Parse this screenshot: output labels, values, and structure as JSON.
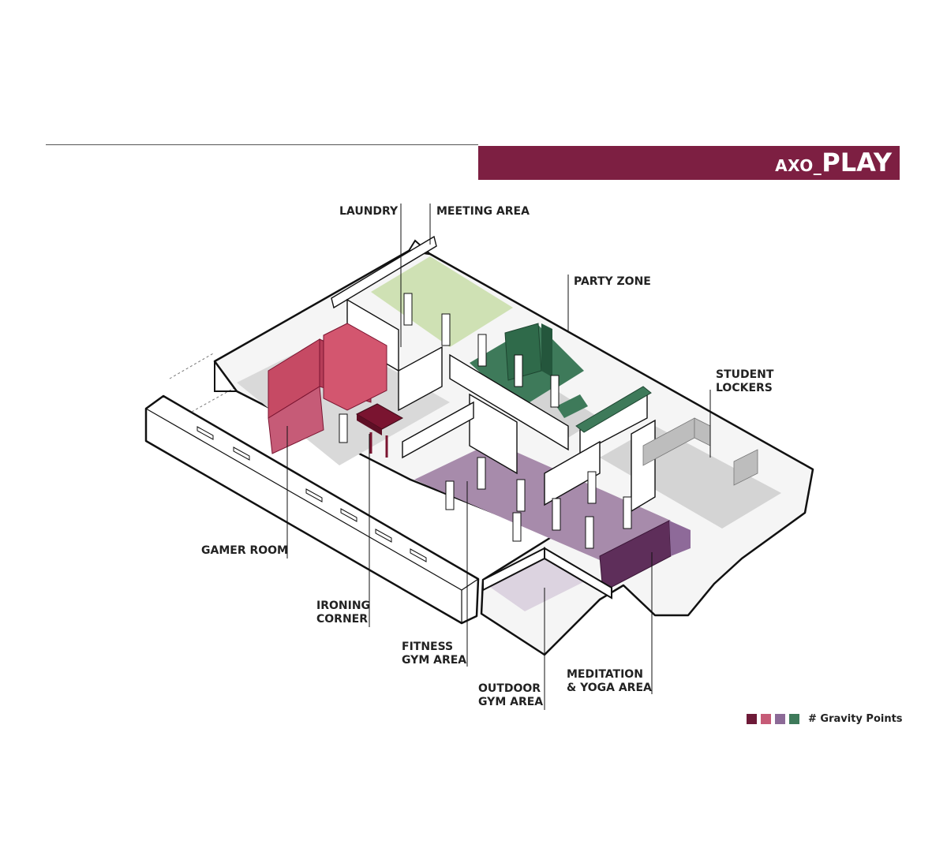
{
  "header": {
    "title_prefix": "AXO_",
    "title_main": "PLAY"
  },
  "labels": {
    "laundry": "LAUNDRY",
    "meeting_area": "MEETING AREA",
    "party_zone": "PARTY ZONE",
    "student_lockers": [
      "STUDENT",
      "LOCKERS"
    ],
    "gamer_room": "GAMER ROOM",
    "ironing_corner": [
      "IRONING",
      "CORNER"
    ],
    "fitness_gym_area": [
      "FITNESS",
      "GYM AREA"
    ],
    "outdoor_gym_area": [
      "OUTDOOR",
      "GYM AREA"
    ],
    "meditation_yoga_area": [
      "MEDITATION",
      "& YOGA AREA"
    ]
  },
  "legend": {
    "text": "# Gravity Points",
    "colors": [
      "#6e1a38",
      "#c65b77",
      "#8c6a97",
      "#3e7a5a"
    ]
  },
  "colors": {
    "brand": "#7d1f42",
    "gamer_room": "#c64a64",
    "ironing_corner": "#7a1430",
    "meeting_area": "#cfe1b4",
    "party_zone": "#3e7a5a",
    "fitness_floor": "#a78bab",
    "meditation_floor": "#8e6a99",
    "meditation_wall": "#5e2e5a",
    "outdoor_gym": "#dcd3e0",
    "lockers_floor": "#cccccc"
  }
}
